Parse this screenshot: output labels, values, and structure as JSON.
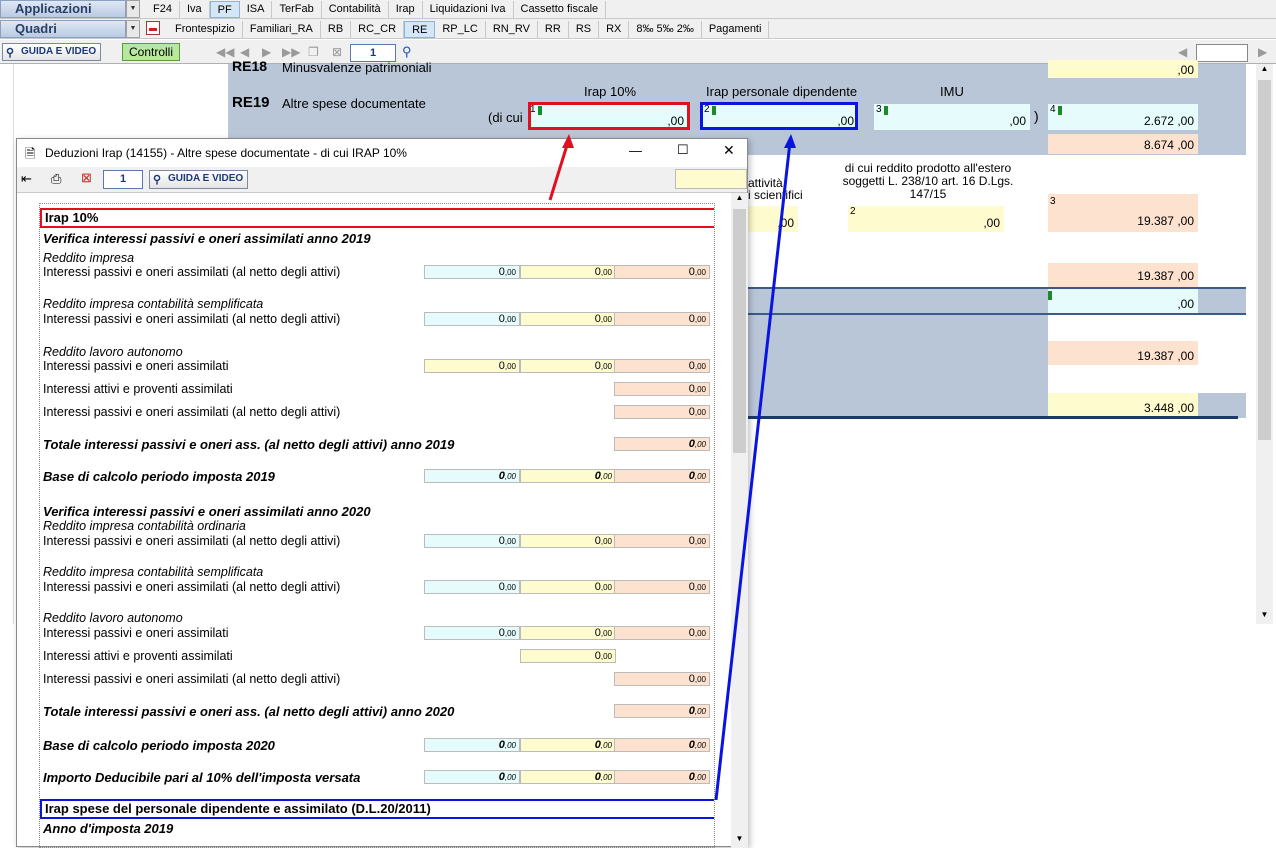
{
  "toolbar1": {
    "app_label": "Applicazioni",
    "items": [
      "F24",
      "Iva",
      "PF",
      "ISA",
      "TerFab",
      "Contabilità",
      "Irap",
      "Liquidazioni Iva",
      "Cassetto fiscale"
    ],
    "selected": "PF"
  },
  "toolbar2": {
    "quadri_label": "Quadri",
    "items": [
      "Frontespizio",
      "Familiari_RA",
      "RB",
      "RC_CR",
      "RE",
      "RP_LC",
      "RN_RV",
      "RR",
      "RS",
      "RX",
      "8‰ 5‰ 2‰",
      "Pagamenti"
    ],
    "selected": "RE"
  },
  "toolbar3": {
    "guida": "GUIDA E VIDEO",
    "controlli": "Controlli",
    "page": "1"
  },
  "form": {
    "re18_code": "RE18",
    "re18_label": "Minusvalenze patrimoniali",
    "re18_val": ",00",
    "re19_code": "RE19",
    "re19_label": "Altre spese documentate",
    "dicui": "(di cui",
    "h_irap10": "Irap 10%",
    "h_irap_pers": "Irap personale dipendente",
    "h_imu": "IMU",
    "c1_num": "1",
    "c1_val": ",00",
    "c2_num": "2",
    "c2_val": ",00",
    "c3_num": "3",
    "c3_val": ",00",
    "close_paren": ")",
    "c4_num": "4",
    "c4_val": "2.672 ,00",
    "re20_val": "8.674 ,00",
    "h_estero": "di cui reddito prodotto all'estero soggetti L. 238/10 art. 16 D.Lgs. 147/15",
    "h_attivita": "attività",
    "h_scientifici": "i scientifici",
    "r21_c1": ",00",
    "r21_c2_num": "2",
    "r21_c2": ",00",
    "r21_c3_num": "3",
    "r21_c3": "19.387 ,00",
    "v_a": "19.387 ,00",
    "v_b": ",00",
    "v_c": "19.387 ,00",
    "v_d": "3.448 ,00"
  },
  "dialog": {
    "title": "Deduzioni Irap (14155) - Altre spese documentate - di cui IRAP 10%",
    "page": "1",
    "guida": "GUIDA E VIDEO",
    "win_min": "—",
    "win_max": "☐",
    "win_close": "✕",
    "sec1": "Irap 10%",
    "verifica2019": "Verifica interessi passivi e oneri assimilati anno 2019",
    "reddito_impresa": "Reddito impresa",
    "int_pass_netto": "Interessi passivi e oneri assimilati (al netto degli attivi)",
    "reddito_semplificata": "Reddito impresa contabilità semplificata",
    "reddito_lavoro": "Reddito lavoro autonomo",
    "int_pass": "Interessi passivi e oneri assimilati",
    "int_attivi": "Interessi attivi e proventi assimilati",
    "totale2019": "Totale interessi passivi e oneri ass. (al netto degli attivi) anno 2019",
    "base2019": "Base di calcolo periodo imposta 2019",
    "verifica2020": "Verifica interessi passivi e oneri assimilati anno 2020",
    "reddito_ordinaria": "Reddito impresa contabilità ordinaria",
    "totale2020": "Totale interessi passivi e oneri ass. (al netto degli attivi) anno 2020",
    "base2020": "Base di calcolo periodo imposta 2020",
    "importo_deducibile": "Importo Deducibile pari al 10% dell'imposta versata",
    "sec2": "Irap spese del personale dipendente e assimilato (D.L.20/2011)",
    "anno2019": "Anno d'imposta 2019",
    "val": "0",
    "dec": ",00"
  },
  "colors": {
    "yellow": "#fefbcf",
    "cyan": "#e6fcfc",
    "peach": "#fde2cf",
    "red": "#e01020",
    "blue": "#0a14e0",
    "form_bg": "#b9c6d8"
  }
}
